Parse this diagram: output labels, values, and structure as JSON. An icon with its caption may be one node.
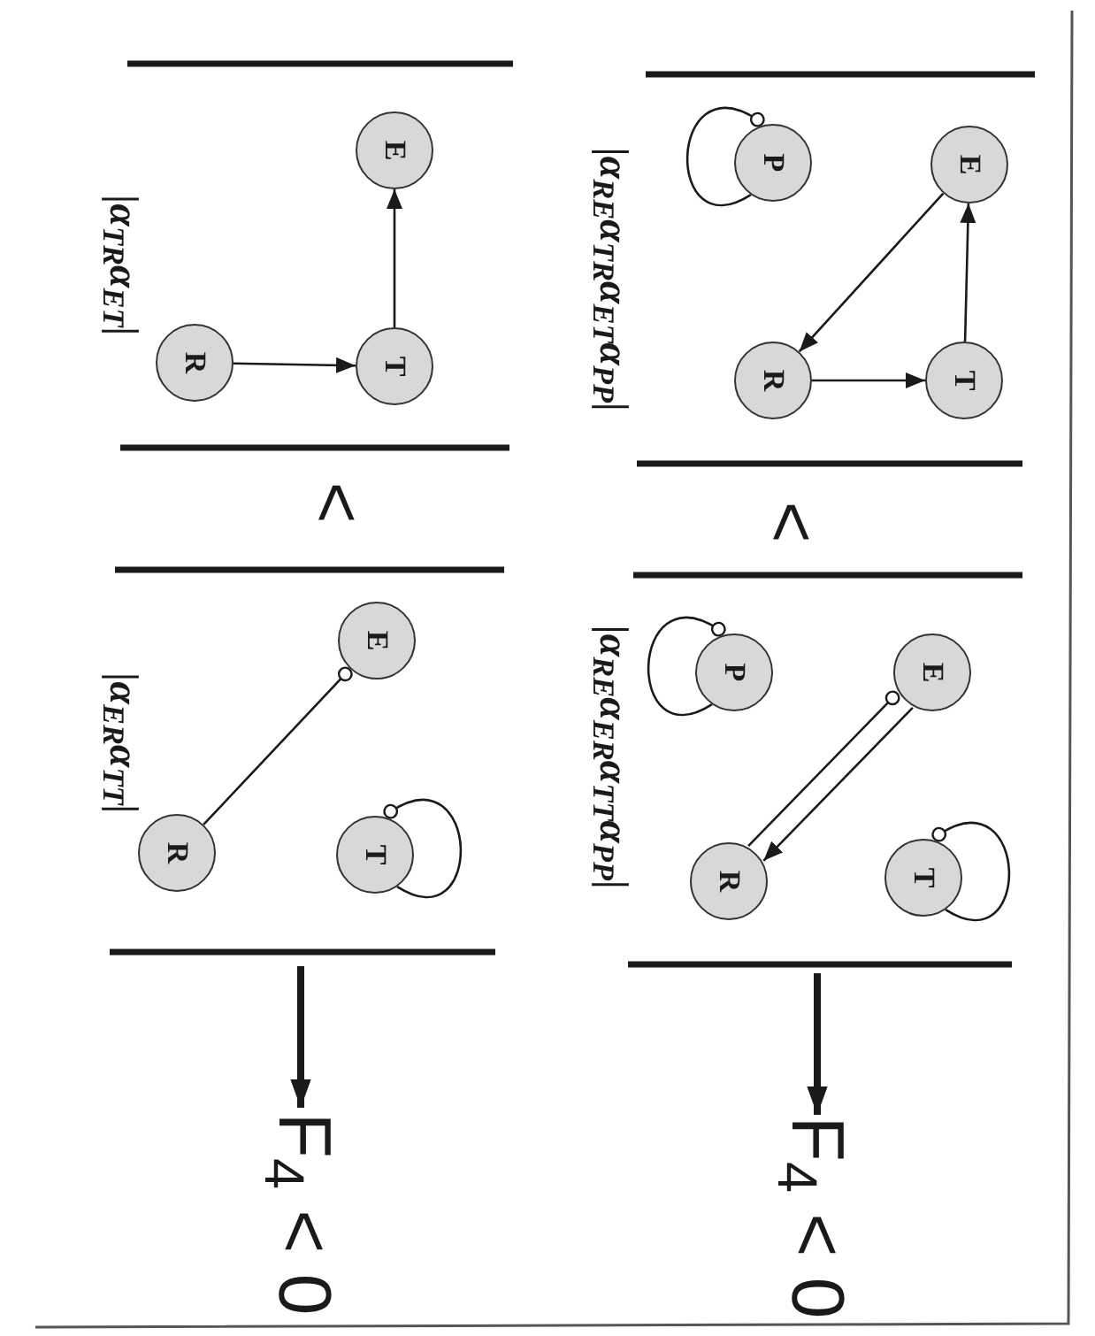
{
  "diagram": {
    "nodes": [
      {
        "text": [
          "P"
        ]
      },
      {
        "text": [
          "E"
        ]
      },
      {
        "text": [
          "R"
        ]
      },
      {
        "text": [
          "T"
        ]
      },
      {
        "text": [
          "P"
        ]
      },
      {
        "text": [
          "E"
        ]
      },
      {
        "text": [
          "R"
        ]
      },
      {
        "text": [
          "T"
        ]
      },
      {
        "text": [
          "E"
        ]
      },
      {
        "text": [
          "R"
        ]
      },
      {
        "text": [
          "T"
        ]
      },
      {
        "text": [
          "E"
        ]
      },
      {
        "text": [
          "R"
        ]
      },
      {
        "text": [
          "T"
        ]
      }
    ],
    "edges": [
      {
        "from": 0,
        "to": 0,
        "arrow": "other"
      },
      {
        "from": 1,
        "to": 2,
        "arrow": "to"
      },
      {
        "from": 2,
        "to": 3,
        "arrow": "to"
      },
      {
        "from": 3,
        "to": 1,
        "arrow": "to"
      },
      {
        "from": 4,
        "to": 4,
        "arrow": "other"
      },
      {
        "from": 5,
        "to": 6,
        "arrow": "to"
      },
      {
        "from": 6,
        "to": 5,
        "arrow": "other"
      },
      {
        "from": 7,
        "to": 7,
        "arrow": "other"
      },
      {
        "from": 9,
        "to": 10,
        "arrow": "to"
      },
      {
        "from": 10,
        "to": 8,
        "arrow": "to"
      },
      {
        "from": 12,
        "to": 11,
        "arrow": "other"
      },
      {
        "from": 13,
        "to": 13,
        "arrow": "other"
      }
    ],
    "labels": [
      "|α$_{RE}$α$_{TR}$α$_{ET}$α$_{PP}$|",
      "<",
      "|α$_{RE}$α$_{ER}$α$_{TT}$α$_{PP}$|",
      "F$_{4}$ < 0",
      "|α$_{TR}$α$_{ET}$|",
      "<",
      "|α$_{ER}$α$_{TT}$|",
      "F$_{4}$ < 0"
    ]
  }
}
